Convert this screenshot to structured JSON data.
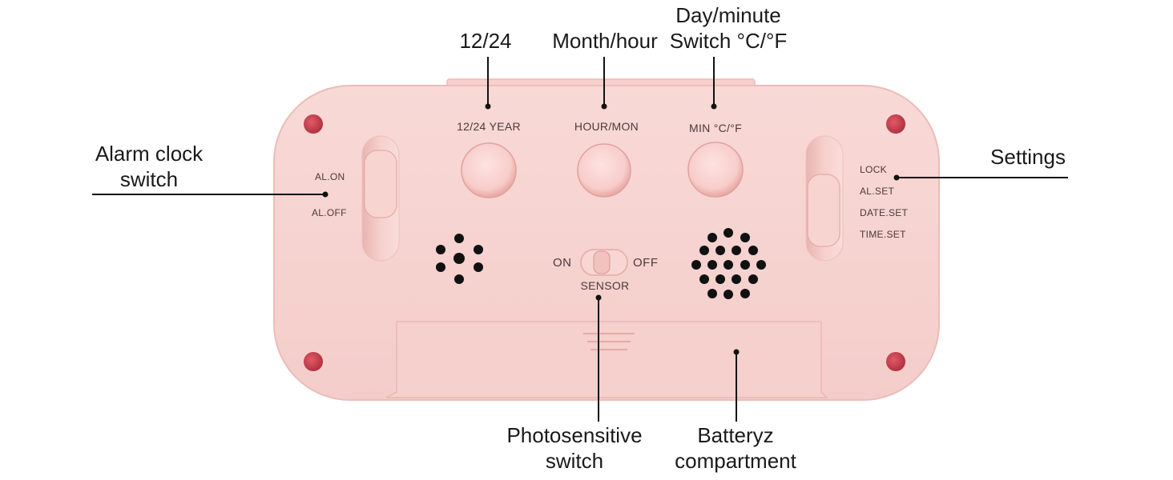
{
  "callouts": {
    "year_mode": "12/24",
    "month_hour": "Month/hour",
    "day_minute_line1": "Day/minute",
    "day_minute_line2": "Switch °C/°F",
    "alarm_line1": "Alarm clock",
    "alarm_line2": "switch",
    "settings": "Settings",
    "photo_line1": "Photosensitive",
    "photo_line2": "switch",
    "battery_line1": "Batteryz",
    "battery_line2": "compartment"
  },
  "panel": {
    "btn1_label": "12/24 YEAR",
    "btn2_label": "HOUR/MON",
    "btn3_label": "MIN °C/°F",
    "alarm_on": "AL.ON",
    "alarm_off": "AL.OFF",
    "set_lock": "LOCK",
    "set_alset": "AL.SET",
    "set_dateset": "DATE.SET",
    "set_timeset": "TIME.SET",
    "sensor_on": "ON",
    "sensor_off": "OFF",
    "sensor_label": "SENSOR"
  },
  "colors": {
    "body": "#f6d2cf",
    "body_edge": "#e9b9b5",
    "screw": "#d44a55",
    "speaker_hole": "#111111"
  }
}
